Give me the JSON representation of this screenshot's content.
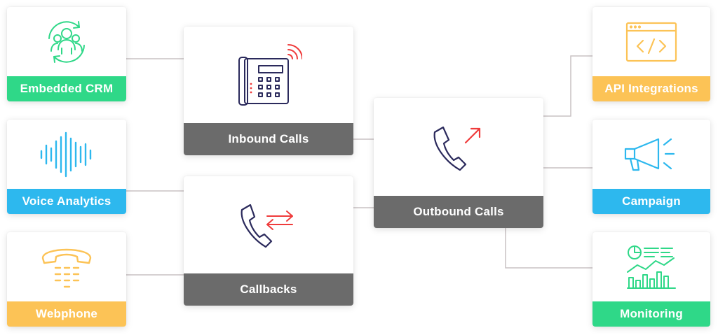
{
  "features": {
    "embedded_crm": "Embedded CRM",
    "voice_analytics": "Voice Analytics",
    "webphone": "Webphone",
    "api_integrations": "API Integrations",
    "campaign": "Campaign",
    "monitoring": "Monitoring"
  },
  "calls": {
    "inbound": "Inbound Calls",
    "callbacks": "Callbacks",
    "outbound": "Outbound Calls"
  },
  "colors": {
    "green": "#2fd888",
    "blue": "#2db8ee",
    "amber": "#fcc356",
    "gray_caption": "#6b6b6b",
    "navy_icon": "#2b2a5c",
    "red_accent": "#ef3b3b",
    "connector": "#c9c2c4"
  },
  "icons": [
    "users-sync-icon",
    "sound-wave-icon",
    "telephone-handset-icon",
    "code-window-icon",
    "megaphone-icon",
    "analytics-dashboard-icon",
    "desk-phone-icon",
    "callback-arrows-icon",
    "outgoing-call-icon"
  ]
}
